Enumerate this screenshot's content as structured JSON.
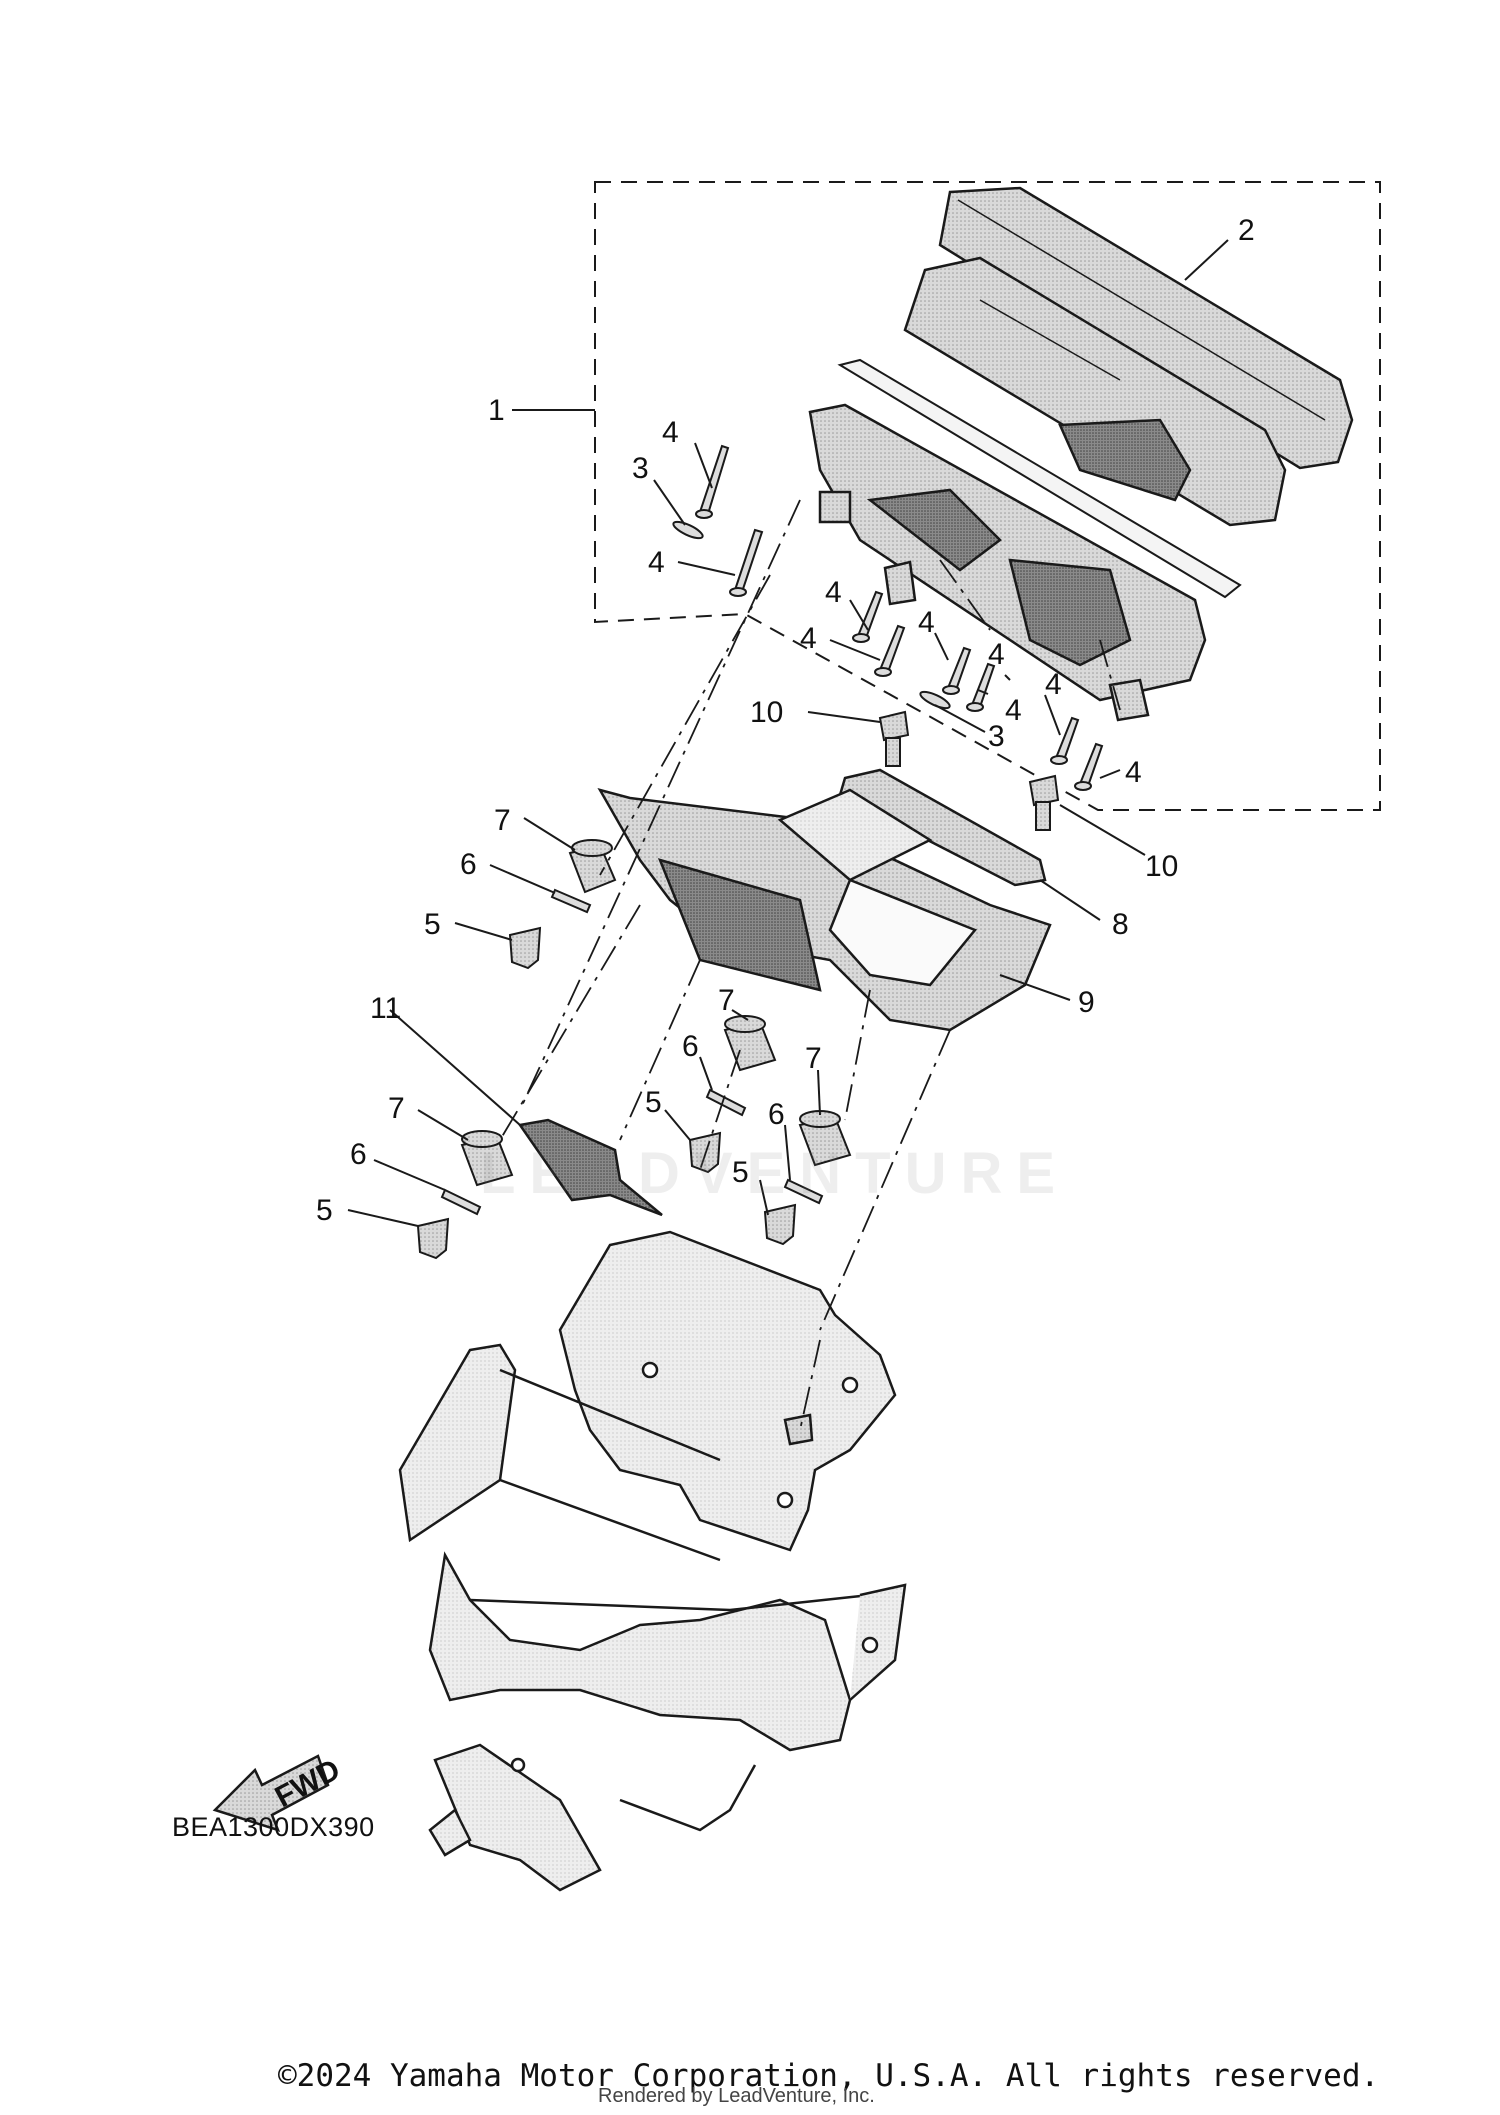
{
  "diagram": {
    "callouts": [
      "1",
      "2",
      "3",
      "4",
      "4",
      "4",
      "4",
      "4",
      "4",
      "4",
      "4",
      "4",
      "3",
      "10",
      "10",
      "8",
      "9",
      "7",
      "6",
      "5",
      "11",
      "7",
      "6",
      "5",
      "7",
      "6",
      "5",
      "7",
      "6",
      "5"
    ],
    "fwd_label": "FWD",
    "diagram_code": "BEA1300DX390",
    "watermark": "LEADVENTURE",
    "colors": {
      "line": "#1a1a1a",
      "part_fill": "#cfcfcf",
      "bracket_fill": "#e6e6e6"
    }
  },
  "footer": {
    "copyright": "©2024 Yamaha Motor Corporation, U.S.A. All rights reserved.",
    "rendered_by": "Rendered by LeadVenture, Inc."
  }
}
